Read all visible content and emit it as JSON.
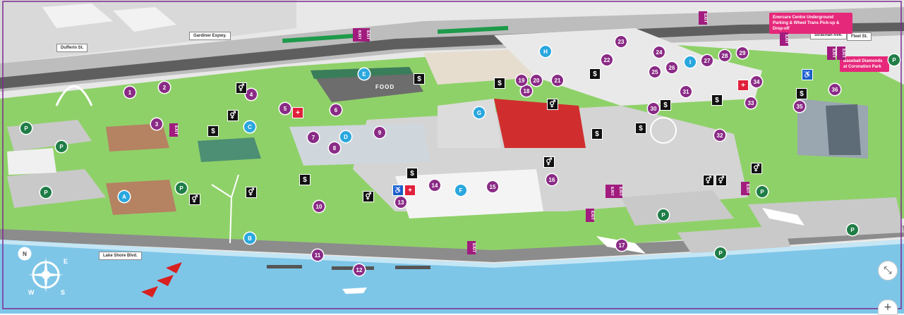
{
  "roads": {
    "dufferin": "Dufferin St.",
    "gardiner": "Gardiner Expwy.",
    "lakeshore": "Lake Shore Blvd.",
    "strachan": "Strachan Ave.",
    "fleet": "Fleet St."
  },
  "callouts": {
    "enercare": "Enercare Centre Underground Parking & Wheel Trans Pick-up & Drop-off",
    "baseball": "Baseball Diamonds at Coronation Park"
  },
  "building_text": {
    "food": "FOOD"
  },
  "exit_text": "EXIT",
  "numbered_pins": [
    "1",
    "2",
    "3",
    "4",
    "5",
    "6",
    "7",
    "8",
    "9",
    "10",
    "11",
    "12",
    "13",
    "14",
    "15",
    "16",
    "17",
    "18",
    "19",
    "20",
    "21",
    "22",
    "23",
    "24",
    "25",
    "26",
    "27",
    "28",
    "29",
    "30",
    "31",
    "32",
    "33",
    "34",
    "35",
    "36"
  ],
  "letter_pins": [
    "A",
    "B",
    "C",
    "D",
    "E",
    "F",
    "G",
    "H",
    "I"
  ],
  "parking_label": "P",
  "compass": {
    "n": "N",
    "e": "E",
    "s": "S",
    "w": "W"
  },
  "colors": {
    "pin_number": "#8a2b86",
    "pin_letter": "#2aa7de",
    "parking": "#1f7d46",
    "exit": "#a11c7e",
    "callout": "#e6287a",
    "grass": "#8fd169",
    "water": "#7ec6e8",
    "road": "#8c8c8c"
  },
  "zoom": {
    "shrink_icon": "collapse-icon",
    "plus_label": "+"
  }
}
